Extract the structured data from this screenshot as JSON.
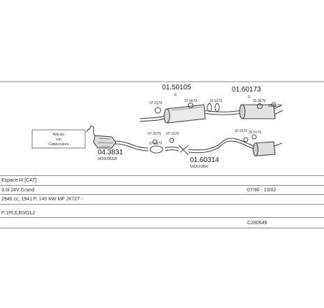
{
  "parts": {
    "p1": "01.50105",
    "p1_sub": "E",
    "p2": "01.60173",
    "p2_sub": "S",
    "p3": "04.3831",
    "p3_sub": "0425008208",
    "p4": "01.60314",
    "p4_sub": "60D531866"
  },
  "small_labels": {
    "a": "07.9179",
    "b": "32.9679",
    "c": "32.9179",
    "d": "32.9679",
    "e": "32.9179",
    "f": "07.9179",
    "g": "07.3179",
    "h": "07.9179",
    "i": "32.9179",
    "j": "32.9179"
  },
  "note_box": {
    "line1": "Articolo",
    "line2": "con",
    "line3": "Catalizzatore"
  },
  "info": {
    "model": "Espace III  [CAT]",
    "engine": "3.0i 24V Grand",
    "dates": "07/90 - 10/02",
    "specs": "2946 cc, 1941 P, 140 KW MF JX727 -",
    "code": "F:1PL6,E0/GL2",
    "catalog_no": "C280649"
  },
  "colors": {
    "line": "#444444",
    "rule": "#8a8a8a"
  }
}
